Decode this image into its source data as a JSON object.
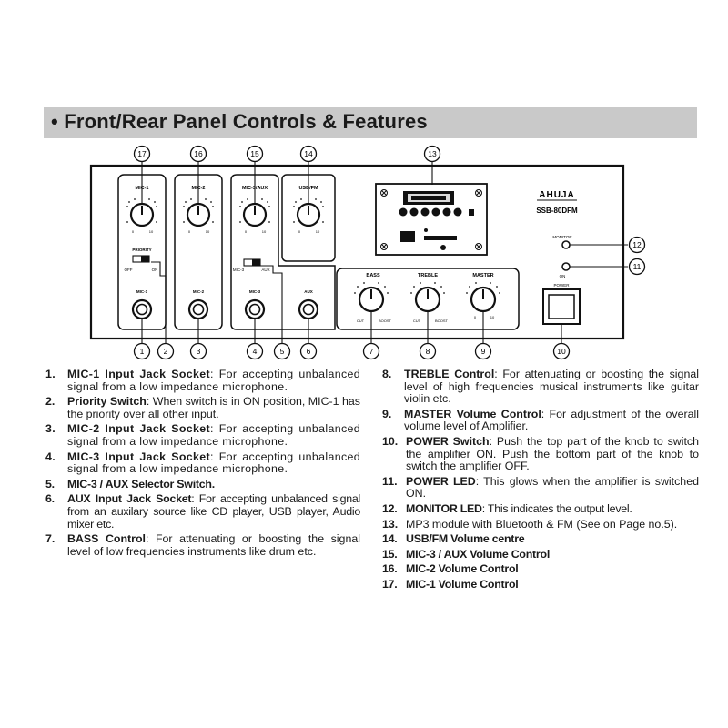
{
  "banner": {
    "title": "• Front/Rear Panel Controls & Features"
  },
  "panel": {
    "brand": "AHUJA",
    "model": "SSB-80DFM",
    "sections": [
      {
        "label": "MIC-1"
      },
      {
        "label": "MIC-2"
      },
      {
        "label": "MIC-3/AUX"
      },
      {
        "label": "USB/FM"
      }
    ],
    "tone_labels": [
      "BASS",
      "TREBLE",
      "MASTER"
    ],
    "cut_boost": [
      "CUT",
      "BOOST"
    ],
    "jack_labels": [
      "MIC-1",
      "MIC-2",
      "MIC-3",
      "AUX"
    ],
    "priority": {
      "label": "PRIORITY",
      "off": "OFF",
      "on": "ON"
    },
    "selector": {
      "mic": "MIC-3",
      "aux": "AUX"
    },
    "monitor_label": "MONITOR",
    "on_label": "ON",
    "power_label": "POWER",
    "knob_scale": [
      "0",
      "10"
    ],
    "mp3_module": {
      "buttons": 6
    }
  },
  "callouts": [
    "1",
    "2",
    "3",
    "4",
    "5",
    "6",
    "7",
    "8",
    "9",
    "10",
    "11",
    "12",
    "13",
    "14",
    "15",
    "16",
    "17"
  ],
  "items_left": [
    {
      "num": "1.",
      "title": "MIC-1 Input Jack Socket",
      "text": ": For accepting unbalanced signal from a low impedance microphone."
    },
    {
      "num": "2.",
      "title": "Priority Switch",
      "text": ": When switch is in ON position, MIC-1 has the priority over all other input."
    },
    {
      "num": "3.",
      "title": "MIC-2 Input Jack Socket",
      "text": ": For accepting unbalanced signal from a low impedance microphone."
    },
    {
      "num": "4.",
      "title": "MIC-3 Input Jack Socket",
      "text": ": For accepting unbalanced signal from a low impedance microphone."
    },
    {
      "num": "5.",
      "title": "MIC-3 / AUX Selector Switch.",
      "text": ""
    },
    {
      "num": "6.",
      "title": "AUX Input Jack Socket",
      "text": ": For accepting unbalanced signal from an auxilary source like CD player, USB player, Audio mixer etc."
    },
    {
      "num": "7.",
      "title": "BASS Control",
      "text": ": For attenuating or boosting the signal level of low frequencies instruments like drum etc."
    }
  ],
  "items_right": [
    {
      "num": "8.",
      "title": "TREBLE Control",
      "text": ": For attenuating or boosting the signal level of high frequencies musical instruments like guitar violin etc."
    },
    {
      "num": "9.",
      "title": "MASTER Volume Control",
      "text": ": For adjustment of the overall volume level of Amplifier."
    },
    {
      "num": "10.",
      "title": "POWER Switch",
      "text": ": Push the top part of the knob to switch the amplifier ON. Push the bottom part of the knob to switch the amplifier OFF."
    },
    {
      "num": "11.",
      "title": "POWER LED",
      "text": ": This glows when the amplifier is switched ON."
    },
    {
      "num": "12.",
      "title": "MONITOR LED",
      "text": ": This indicates the output level."
    },
    {
      "num": "13.",
      "title": "",
      "text": "MP3 module with Bluetooth & FM (See on Page no.5)."
    },
    {
      "num": "14.",
      "title": "USB/FM Volume centre",
      "text": ""
    },
    {
      "num": "15.",
      "title": "MIC-3 / AUX Volume Control",
      "text": ""
    },
    {
      "num": "16.",
      "title": "MIC-2 Volume Control",
      "text": ""
    },
    {
      "num": "17.",
      "title": "MIC-1 Volume Control",
      "text": ""
    }
  ]
}
